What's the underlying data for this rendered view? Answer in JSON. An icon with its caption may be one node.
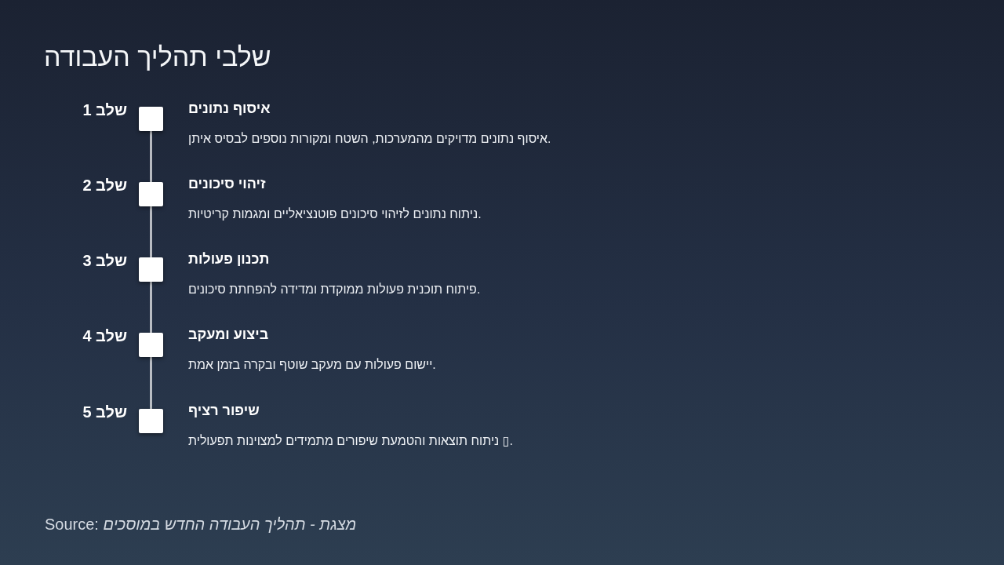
{
  "diagram": {
    "title": "שלבי תהליך העבודה",
    "nodes": [
      {
        "text": [],
        "shape": "box",
        "beside": [
          "שלב 1",
          "איסוף נתונים",
          "איסוף נתונים מדויקים מהמערכות, השטח ומקורות נוספים לבסיס איתן."
        ]
      },
      {
        "text": [],
        "shape": "box",
        "beside": [
          "שלב 2",
          "זיהוי סיכונים",
          "ניתוח נתונים לזיהוי סיכונים פוטנציאליים ומגמות קריטיות."
        ]
      },
      {
        "text": [],
        "shape": "box",
        "beside": [
          "שלב 3",
          "תכנון פעולות",
          "פיתוח תוכנית פעולות ממוקדת ומדידה להפחתת סיכונים."
        ]
      },
      {
        "text": [],
        "shape": "box",
        "beside": [
          "שלב 4",
          "ביצוע ומעקב",
          "יישום פעולות עם מעקב שוטף ובקרה בזמן אמת."
        ]
      },
      {
        "text": [],
        "shape": "box",
        "beside": [
          "שלב 5",
          "שיפור רציף",
          "ניתוח תוצאות והטמעת שיפורים מתמידים למצוינות תפעולית ▯."
        ]
      }
    ],
    "edges": [
      {
        "from": 0,
        "to": 1,
        "arrow": "none"
      },
      {
        "from": 1,
        "to": 2,
        "arrow": "none"
      },
      {
        "from": 2,
        "to": 3,
        "arrow": "none"
      },
      {
        "from": 3,
        "to": 4,
        "arrow": "none"
      }
    ],
    "caption": "Source: *מצגת - תהליך העבודה החדש במוסכים*"
  }
}
